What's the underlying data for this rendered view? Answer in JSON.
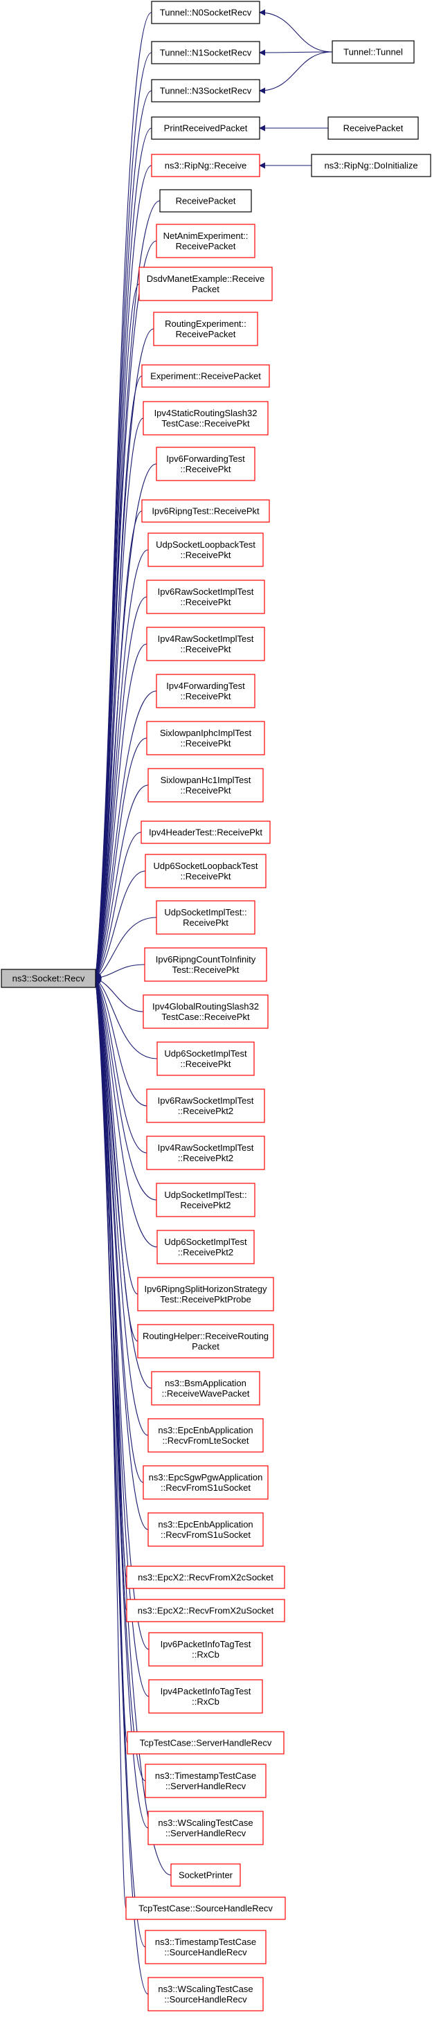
{
  "graph": {
    "root": {
      "id": "root",
      "lines": [
        "ns3::Socket::Recv"
      ]
    },
    "callers": [
      {
        "id": "n_tun0",
        "lines": [
          "Tunnel::N0SocketRecv"
        ]
      },
      {
        "id": "n_tun1",
        "lines": [
          "Tunnel::N1SocketRecv"
        ]
      },
      {
        "id": "n_tun3",
        "lines": [
          "Tunnel::N3SocketRecv"
        ]
      },
      {
        "id": "n_print",
        "lines": [
          "PrintReceivedPacket"
        ]
      },
      {
        "id": "n_ripng",
        "lines": [
          "ns3::RipNg::Receive"
        ]
      },
      {
        "id": "n_recvpkt",
        "lines": [
          "ReceivePacket"
        ]
      },
      {
        "id": "n_netanim",
        "lines": [
          "NetAnimExperiment::",
          "ReceivePacket"
        ]
      },
      {
        "id": "n_dsdv",
        "lines": [
          "DsdvManetExample::Receive",
          "Packet"
        ]
      },
      {
        "id": "n_routexp",
        "lines": [
          "RoutingExperiment::",
          "ReceivePacket"
        ]
      },
      {
        "id": "n_exp",
        "lines": [
          "Experiment::ReceivePacket"
        ]
      },
      {
        "id": "n_ipv4static",
        "lines": [
          "Ipv4StaticRoutingSlash32",
          "TestCase::ReceivePkt"
        ]
      },
      {
        "id": "n_ipv6fwd",
        "lines": [
          "Ipv6ForwardingTest",
          "::ReceivePkt"
        ]
      },
      {
        "id": "n_ipv6ripng",
        "lines": [
          "Ipv6RipngTest::ReceivePkt"
        ]
      },
      {
        "id": "n_udploop",
        "lines": [
          "UdpSocketLoopbackTest",
          "::ReceivePkt"
        ]
      },
      {
        "id": "n_ipv6raw",
        "lines": [
          "Ipv6RawSocketImplTest",
          "::ReceivePkt"
        ]
      },
      {
        "id": "n_ipv4raw",
        "lines": [
          "Ipv4RawSocketImplTest",
          "::ReceivePkt"
        ]
      },
      {
        "id": "n_ipv4fwd",
        "lines": [
          "Ipv4ForwardingTest",
          "::ReceivePkt"
        ]
      },
      {
        "id": "n_sixiphc",
        "lines": [
          "SixlowpanIphcImplTest",
          "::ReceivePkt"
        ]
      },
      {
        "id": "n_sixhc1",
        "lines": [
          "SixlowpanHc1ImplTest",
          "::ReceivePkt"
        ]
      },
      {
        "id": "n_ipv4hdr",
        "lines": [
          "Ipv4HeaderTest::ReceivePkt"
        ]
      },
      {
        "id": "n_udp6loop",
        "lines": [
          "Udp6SocketLoopbackTest",
          "::ReceivePkt"
        ]
      },
      {
        "id": "n_udpimpl",
        "lines": [
          "UdpSocketImplTest::",
          "ReceivePkt"
        ]
      },
      {
        "id": "n_ipv6ripinf",
        "lines": [
          "Ipv6RipngCountToInfinity",
          "Test::ReceivePkt"
        ]
      },
      {
        "id": "n_ipv4global",
        "lines": [
          "Ipv4GlobalRoutingSlash32",
          "TestCase::ReceivePkt"
        ]
      },
      {
        "id": "n_udp6impl",
        "lines": [
          "Udp6SocketImplTest",
          "::ReceivePkt"
        ]
      },
      {
        "id": "n_ipv6raw2",
        "lines": [
          "Ipv6RawSocketImplTest",
          "::ReceivePkt2"
        ]
      },
      {
        "id": "n_ipv4raw2",
        "lines": [
          "Ipv4RawSocketImplTest",
          "::ReceivePkt2"
        ]
      },
      {
        "id": "n_udpimpl2",
        "lines": [
          "UdpSocketImplTest::",
          "ReceivePkt2"
        ]
      },
      {
        "id": "n_udp6impl2",
        "lines": [
          "Udp6SocketImplTest",
          "::ReceivePkt2"
        ]
      },
      {
        "id": "n_ipv6split",
        "lines": [
          "Ipv6RipngSplitHorizonStrategy",
          "Test::ReceivePktProbe"
        ]
      },
      {
        "id": "n_routhelper",
        "lines": [
          "RoutingHelper::ReceiveRouting",
          "Packet"
        ]
      },
      {
        "id": "n_bsm",
        "lines": [
          "ns3::BsmApplication",
          "::ReceiveWavePacket"
        ]
      },
      {
        "id": "n_epcenblte",
        "lines": [
          "ns3::EpcEnbApplication",
          "::RecvFromLteSocket"
        ]
      },
      {
        "id": "n_epcsgw",
        "lines": [
          "ns3::EpcSgwPgwApplication",
          "::RecvFromS1uSocket"
        ]
      },
      {
        "id": "n_epcenbs1u",
        "lines": [
          "ns3::EpcEnbApplication",
          "::RecvFromS1uSocket"
        ]
      },
      {
        "id": "n_x2c",
        "lines": [
          "ns3::EpcX2::RecvFromX2cSocket"
        ]
      },
      {
        "id": "n_x2u",
        "lines": [
          "ns3::EpcX2::RecvFromX2uSocket"
        ]
      },
      {
        "id": "n_ipv6pkt",
        "lines": [
          "Ipv6PacketInfoTagTest",
          "::RxCb"
        ]
      },
      {
        "id": "n_ipv4pkt",
        "lines": [
          "Ipv4PacketInfoTagTest",
          "::RxCb"
        ]
      },
      {
        "id": "n_tcpserver",
        "lines": [
          "TcpTestCase::ServerHandleRecv"
        ]
      },
      {
        "id": "n_tsserver",
        "lines": [
          "ns3::TimestampTestCase",
          "::ServerHandleRecv"
        ]
      },
      {
        "id": "n_wsserver",
        "lines": [
          "ns3::WScalingTestCase",
          "::ServerHandleRecv"
        ]
      },
      {
        "id": "n_sockprint",
        "lines": [
          "SocketPrinter"
        ]
      },
      {
        "id": "n_tcpsource",
        "lines": [
          "TcpTestCase::SourceHandleRecv"
        ]
      },
      {
        "id": "n_tssource",
        "lines": [
          "ns3::TimestampTestCase",
          "::SourceHandleRecv"
        ]
      },
      {
        "id": "n_wssource",
        "lines": [
          "ns3::WScalingTestCase",
          "::SourceHandleRecv"
        ]
      }
    ],
    "outer": [
      {
        "id": "n_tunnel",
        "lines": [
          "Tunnel::Tunnel"
        ]
      },
      {
        "id": "n_recvpkt2",
        "lines": [
          "ReceivePacket"
        ]
      },
      {
        "id": "n_doinit",
        "lines": [
          "ns3::RipNg::DoInitialize"
        ]
      }
    ],
    "outer_edges": [
      {
        "from": "n_tunnel",
        "to": "n_tun0"
      },
      {
        "from": "n_tunnel",
        "to": "n_tun1"
      },
      {
        "from": "n_tunnel",
        "to": "n_tun3"
      },
      {
        "from": "n_recvpkt2",
        "to": "n_print"
      },
      {
        "from": "n_doinit",
        "to": "n_ripng"
      }
    ],
    "colors": {
      "node_highlight_fill": "#bfbfbf",
      "edge": "#191970",
      "border_black": "#000000",
      "border_red": "#ff0000"
    },
    "black_border_ids": [
      "root",
      "n_tun0",
      "n_tun1",
      "n_tun3",
      "n_print",
      "n_recvpkt",
      "n_tunnel",
      "n_recvpkt2",
      "n_doinit"
    ]
  }
}
